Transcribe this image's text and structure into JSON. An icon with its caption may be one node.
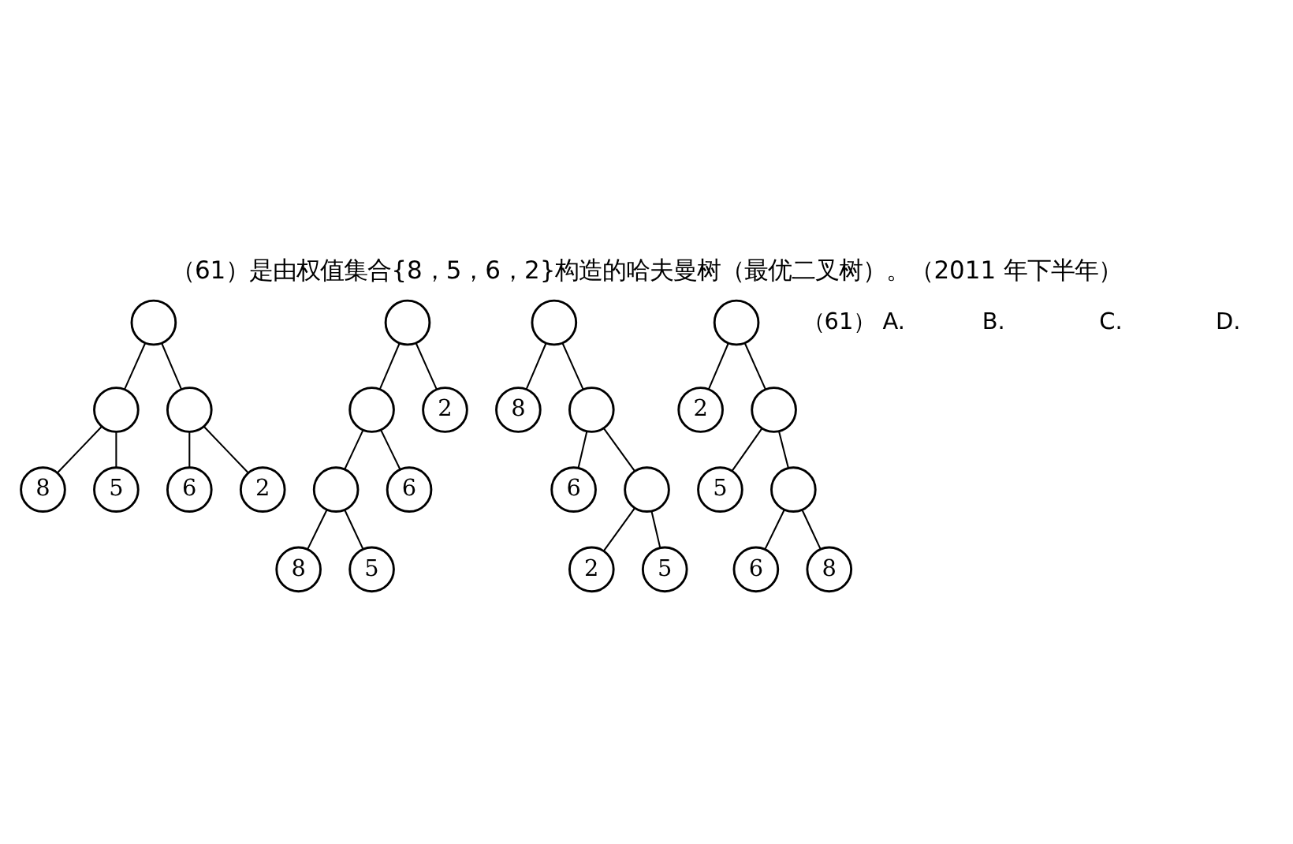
{
  "diagram": {
    "title": "（61）是由权值集合{8，5，6，2}构造的哈夫曼树（最优二叉树）。（2011 年下半年）",
    "nodes": [
      {
        "text": [],
        "shape": "circle"
      },
      {
        "text": [],
        "shape": "circle"
      },
      {
        "text": [],
        "shape": "circle"
      },
      {
        "text": [
          "8"
        ]
      },
      {
        "text": [
          "5"
        ]
      },
      {
        "text": [
          "6"
        ]
      },
      {
        "text": [
          "2"
        ]
      },
      {
        "text": [],
        "shape": "circle"
      },
      {
        "text": [],
        "shape": "circle"
      },
      {
        "text": [
          "2"
        ]
      },
      {
        "text": [],
        "shape": "circle"
      },
      {
        "text": [
          "6"
        ]
      },
      {
        "text": [
          "8"
        ]
      },
      {
        "text": [
          "5"
        ]
      },
      {
        "text": [],
        "shape": "circle"
      },
      {
        "text": [
          "8"
        ]
      },
      {
        "text": [],
        "shape": "circle"
      },
      {
        "text": [
          "6"
        ]
      },
      {
        "text": [],
        "shape": "circle"
      },
      {
        "text": [
          "2"
        ]
      },
      {
        "text": [
          "5"
        ]
      },
      {
        "text": [],
        "shape": "circle"
      },
      {
        "text": [
          "2"
        ]
      },
      {
        "text": [],
        "shape": "circle"
      },
      {
        "text": [
          "5"
        ]
      },
      {
        "text": [],
        "shape": "circle"
      },
      {
        "text": [
          "6"
        ]
      },
      {
        "text": [
          "8"
        ]
      }
    ],
    "edges": [
      {
        "from": 0,
        "to": 1,
        "arrow": "none"
      },
      {
        "from": 0,
        "to": 2,
        "arrow": "none"
      },
      {
        "from": 1,
        "to": 3,
        "arrow": "none"
      },
      {
        "from": 1,
        "to": 4,
        "arrow": "none"
      },
      {
        "from": 2,
        "to": 5,
        "arrow": "none"
      },
      {
        "from": 2,
        "to": 6,
        "arrow": "none"
      },
      {
        "from": 7,
        "to": 8,
        "arrow": "none"
      },
      {
        "from": 7,
        "to": 9,
        "arrow": "none"
      },
      {
        "from": 8,
        "to": 10,
        "arrow": "none"
      },
      {
        "from": 8,
        "to": 11,
        "arrow": "none"
      },
      {
        "from": 10,
        "to": 12,
        "arrow": "none"
      },
      {
        "from": 10,
        "to": 13,
        "arrow": "none"
      },
      {
        "from": 14,
        "to": 15,
        "arrow": "none"
      },
      {
        "from": 14,
        "to": 16,
        "arrow": "none"
      },
      {
        "from": 16,
        "to": 17,
        "arrow": "none"
      },
      {
        "from": 16,
        "to": 18,
        "arrow": "none"
      },
      {
        "from": 18,
        "to": 19,
        "arrow": "none"
      },
      {
        "from": 18,
        "to": 20,
        "arrow": "none"
      },
      {
        "from": 21,
        "to": 22,
        "arrow": "none"
      },
      {
        "from": 21,
        "to": 23,
        "arrow": "none"
      },
      {
        "from": 23,
        "to": 24,
        "arrow": "none"
      },
      {
        "from": 23,
        "to": 25,
        "arrow": "none"
      },
      {
        "from": 25,
        "to": 26,
        "arrow": "none"
      },
      {
        "from": 25,
        "to": 27,
        "arrow": "none"
      }
    ],
    "labels": [
      "（61） A.",
      "B.",
      "C.",
      "D."
    ]
  }
}
